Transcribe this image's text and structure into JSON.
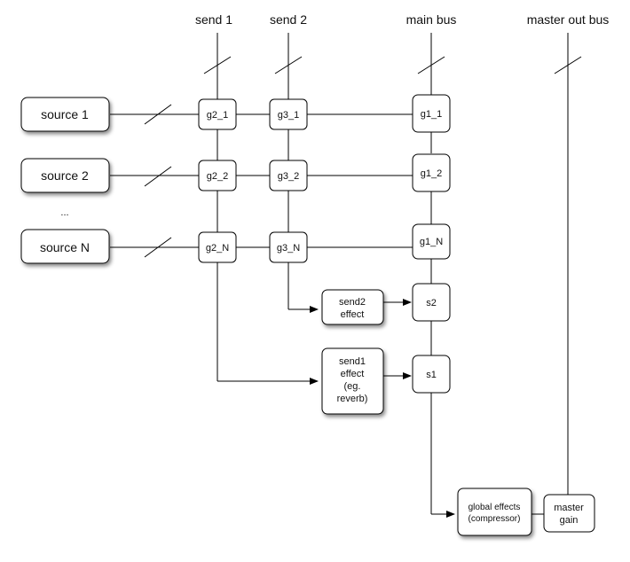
{
  "buses": {
    "send1": "send 1",
    "send2": "send 2",
    "main": "main bus",
    "master_out": "master out bus"
  },
  "sources": {
    "s1": "source 1",
    "s2": "source 2",
    "ellipsis": "...",
    "sN": "source N"
  },
  "gains": {
    "g2_1": "g2_1",
    "g3_1": "g3_1",
    "g1_1": "g1_1",
    "g2_2": "g2_2",
    "g3_2": "g3_2",
    "g1_2": "g1_2",
    "g2_N": "g2_N",
    "g3_N": "g3_N",
    "g1_N": "g1_N",
    "s2": "s2",
    "s1": "s1"
  },
  "effects": {
    "send2_effect": [
      "send2",
      "effect"
    ],
    "send1_effect": [
      "send1",
      "effect",
      "(eg.",
      "reverb)"
    ],
    "global_effects": [
      "global effects",
      "(compressor)"
    ],
    "master_gain": [
      "master",
      "gain"
    ]
  }
}
